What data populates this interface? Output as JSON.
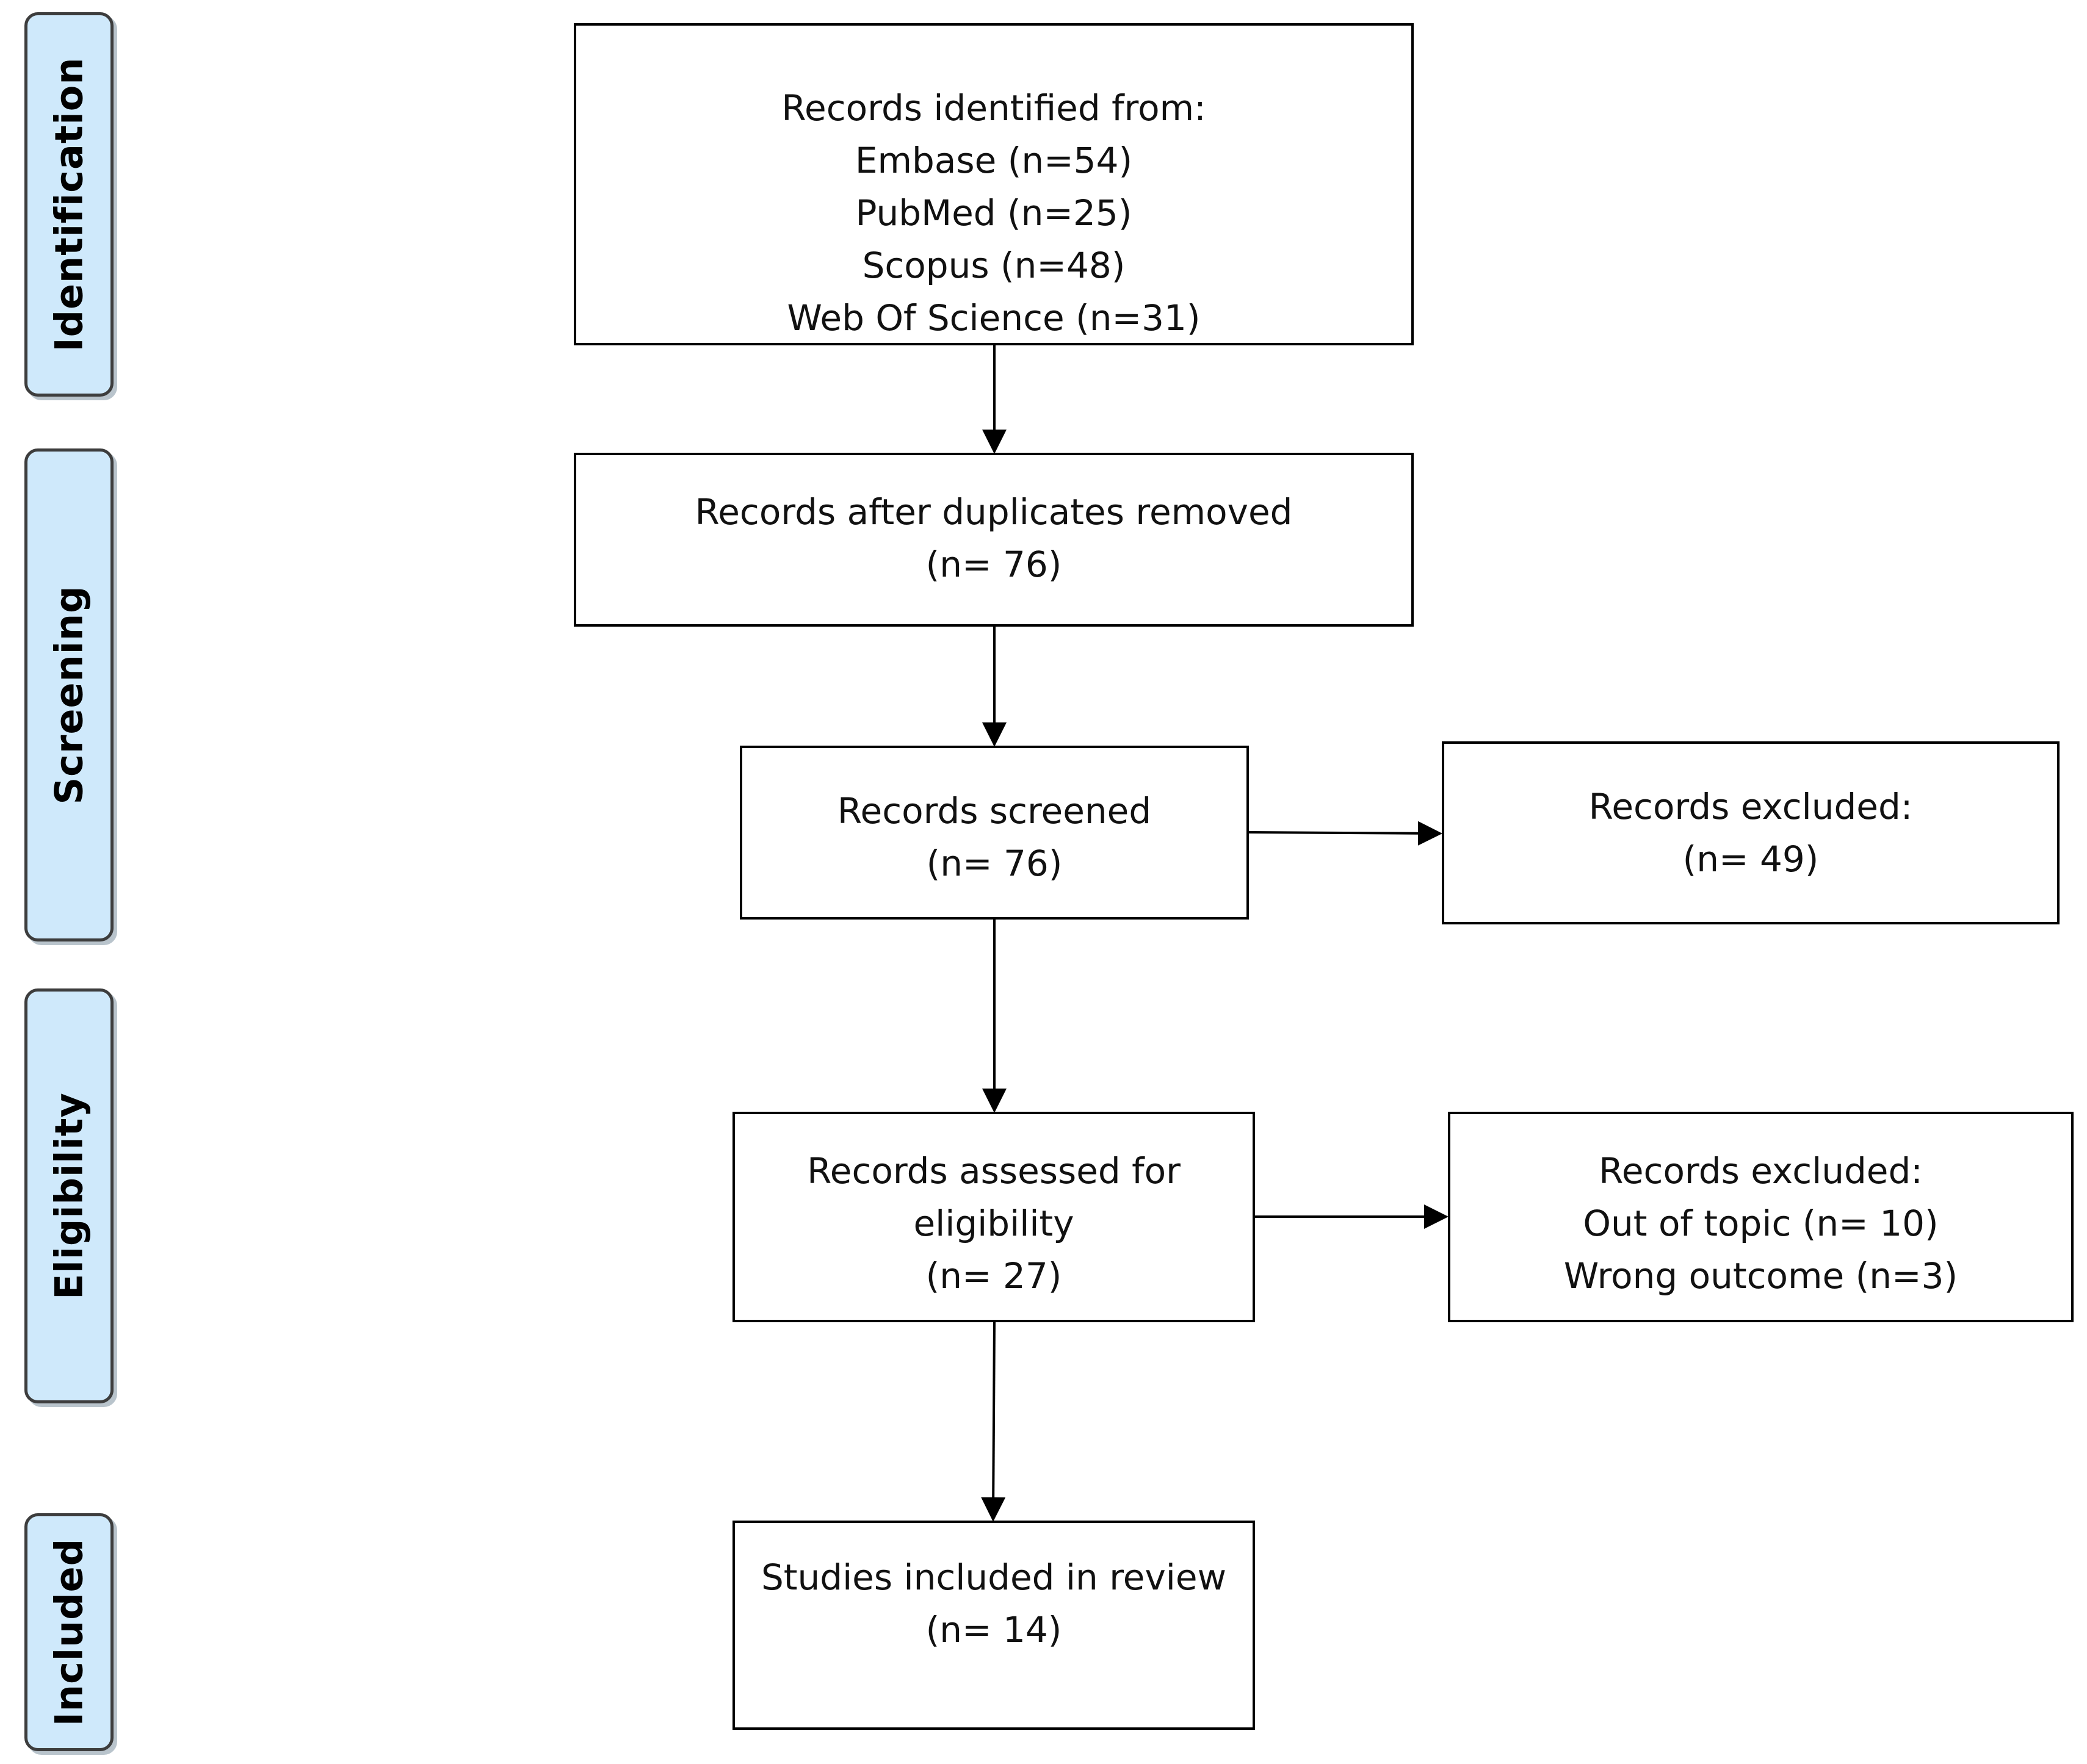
{
  "stages": {
    "identification": "Identification",
    "screening": "Screening",
    "eligibility": "Eligibility",
    "included": "Included"
  },
  "boxes": {
    "identified": {
      "lines": [
        "Records identified from:",
        "Embase (n=54)",
        "PubMed (n=25)",
        "Scopus (n=48)",
        "Web Of Science (n=31)"
      ]
    },
    "after_duplicates": {
      "lines": [
        "Records after duplicates removed",
        "(n= 76)"
      ]
    },
    "screened": {
      "lines": [
        "Records screened",
        "(n= 76)"
      ]
    },
    "excluded_screening": {
      "lines": [
        "Records excluded:",
        "(n= 49)"
      ]
    },
    "assessed": {
      "lines": [
        "Records assessed for",
        "eligibility",
        "(n= 27)"
      ]
    },
    "excluded_eligibility": {
      "lines": [
        "Records excluded:",
        "Out of topic (n= 10)",
        "Wrong outcome (n=3)"
      ]
    },
    "included": {
      "lines": [
        "Studies included in review",
        "(n= 14)"
      ]
    }
  }
}
